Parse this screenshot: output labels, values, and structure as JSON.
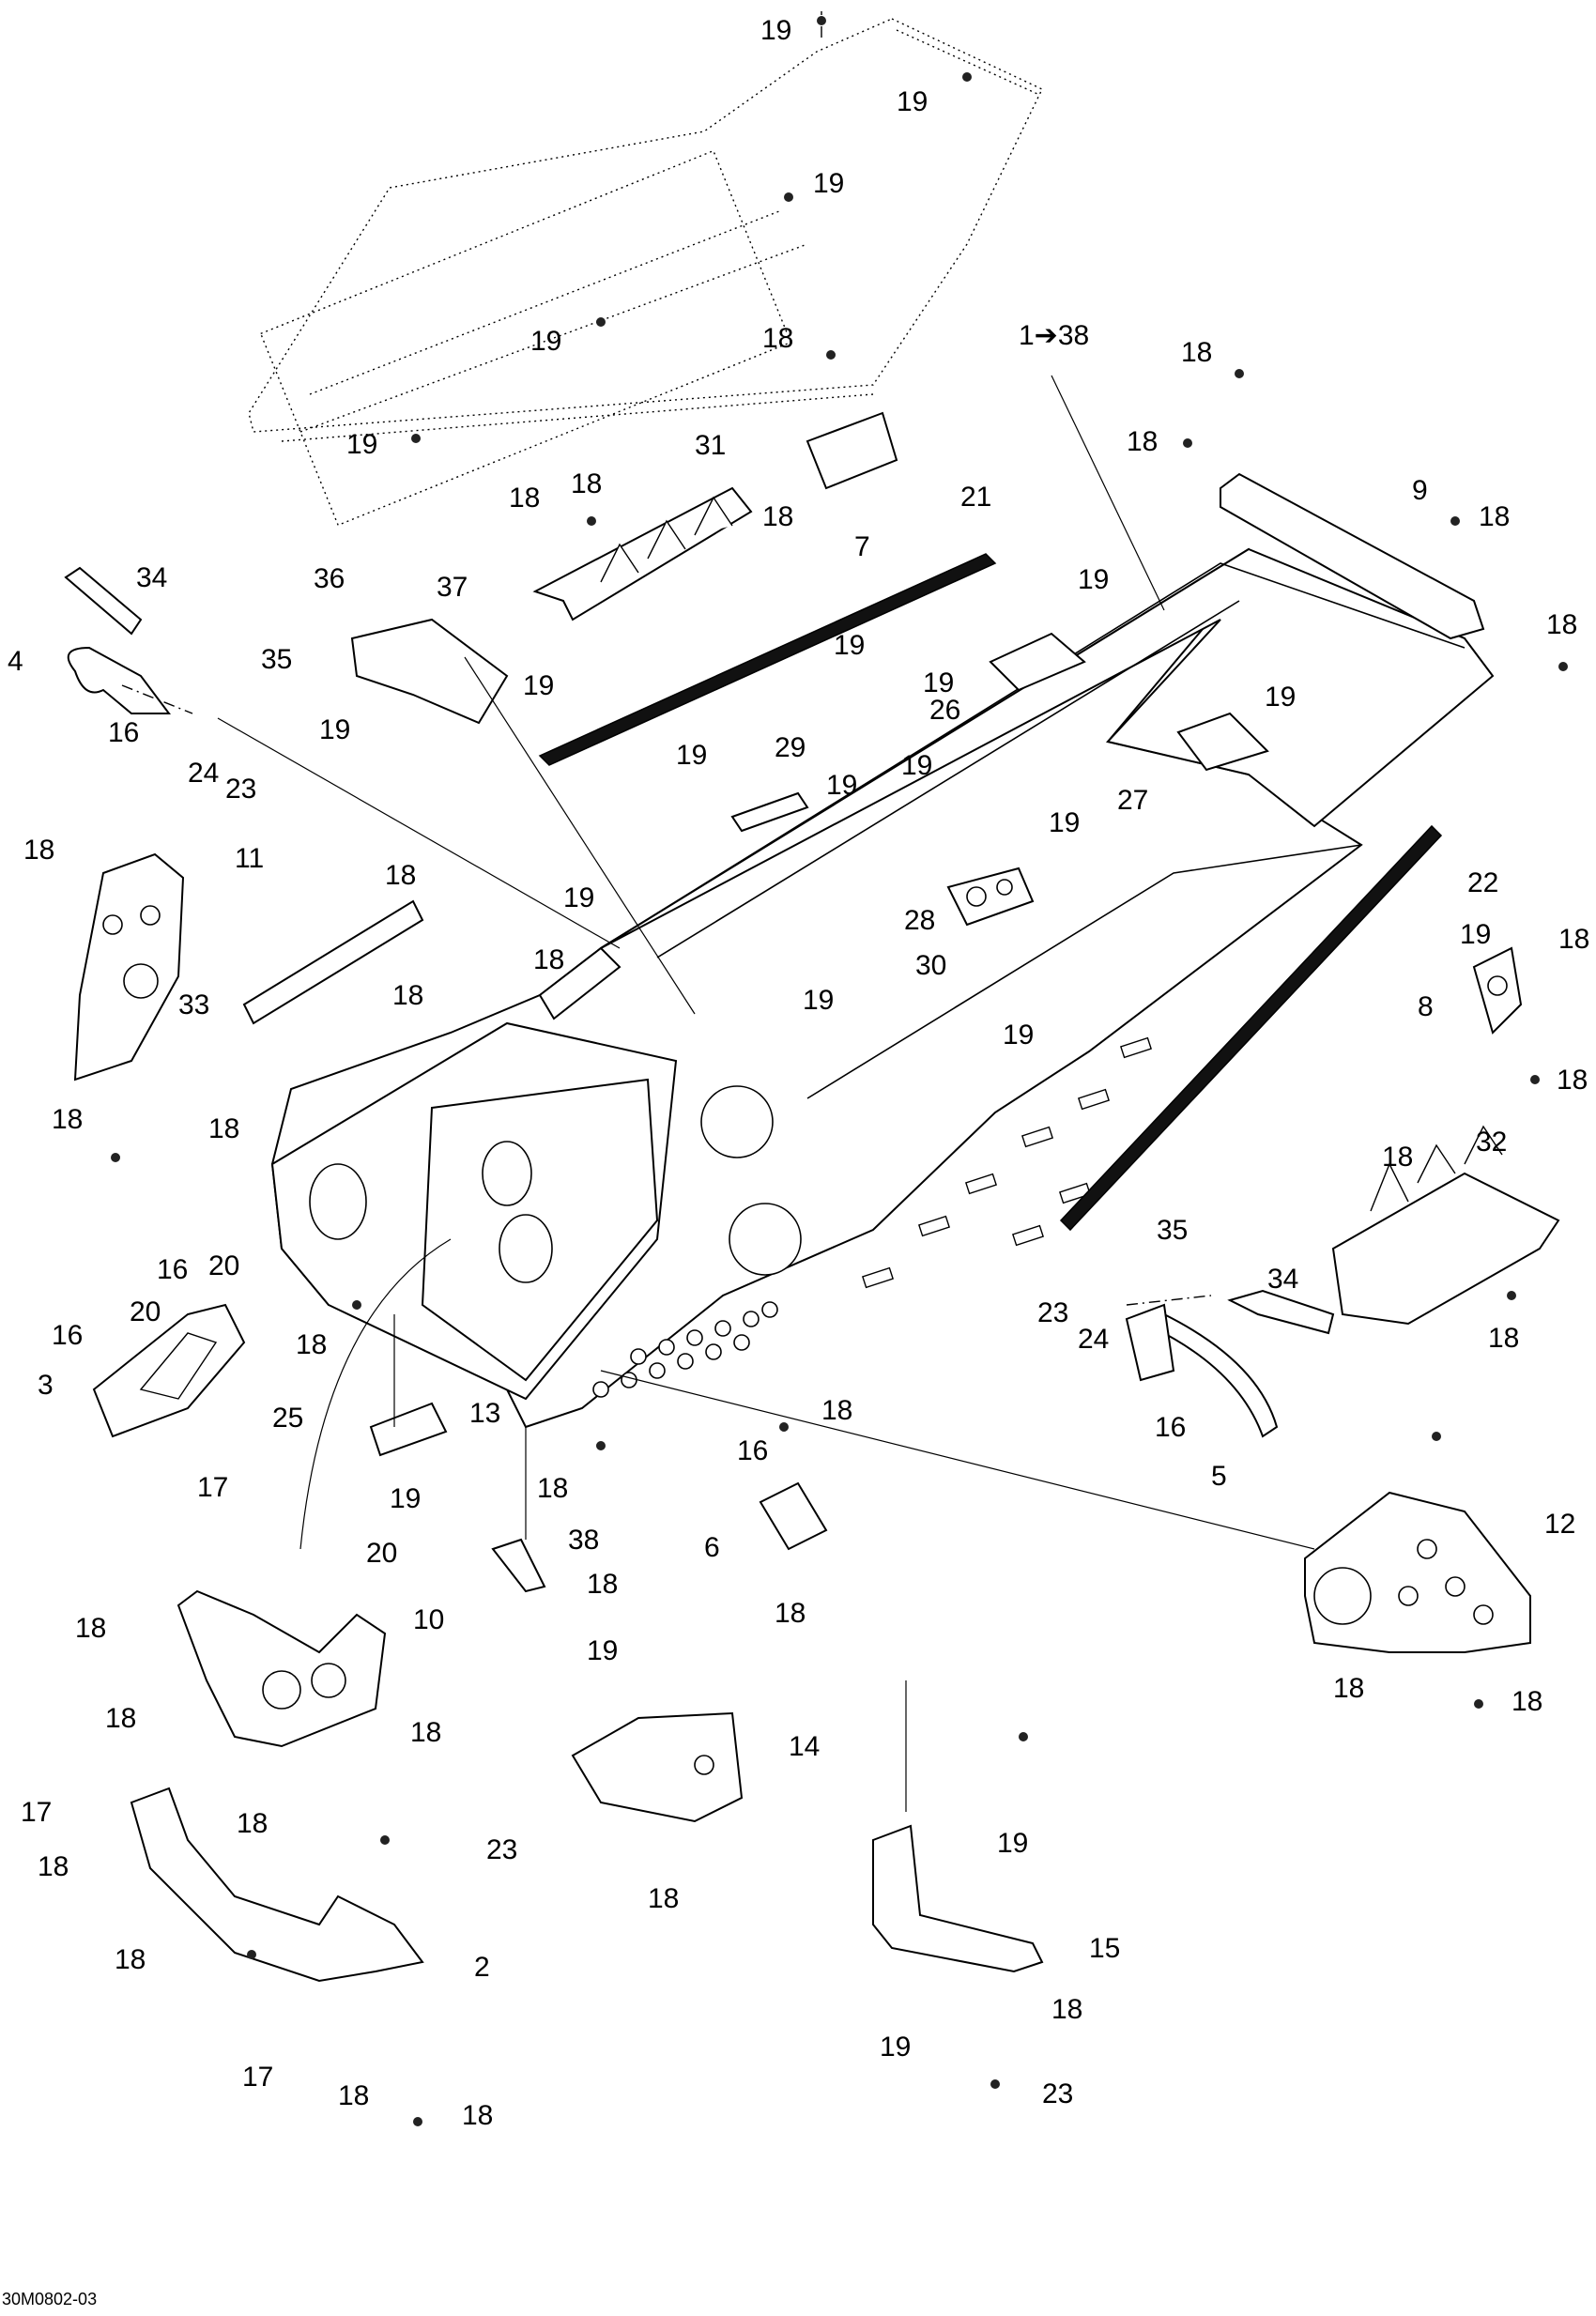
{
  "diagram": {
    "figure_id": "30M0802-03",
    "callouts": {
      "c1": "1➔38",
      "c2": "2",
      "c3": "3",
      "c4": "4",
      "c5": "5",
      "c6": "6",
      "c7": "7",
      "c8": "8",
      "c9": "9",
      "c10": "10",
      "c11": "11",
      "c12": "12",
      "c13": "13",
      "c14": "14",
      "c15": "15",
      "c16": "16",
      "c17": "17",
      "c18": "18",
      "c19": "19",
      "c20": "20",
      "c21": "21",
      "c22": "22",
      "c23": "23",
      "c24": "24",
      "c25": "25",
      "c26": "26",
      "c27": "27",
      "c28": "28",
      "c29": "29",
      "c30": "30",
      "c31": "31",
      "c32": "32",
      "c33": "33",
      "c34": "34",
      "c35": "35",
      "c36": "36",
      "c37": "37",
      "c38": "38"
    }
  }
}
